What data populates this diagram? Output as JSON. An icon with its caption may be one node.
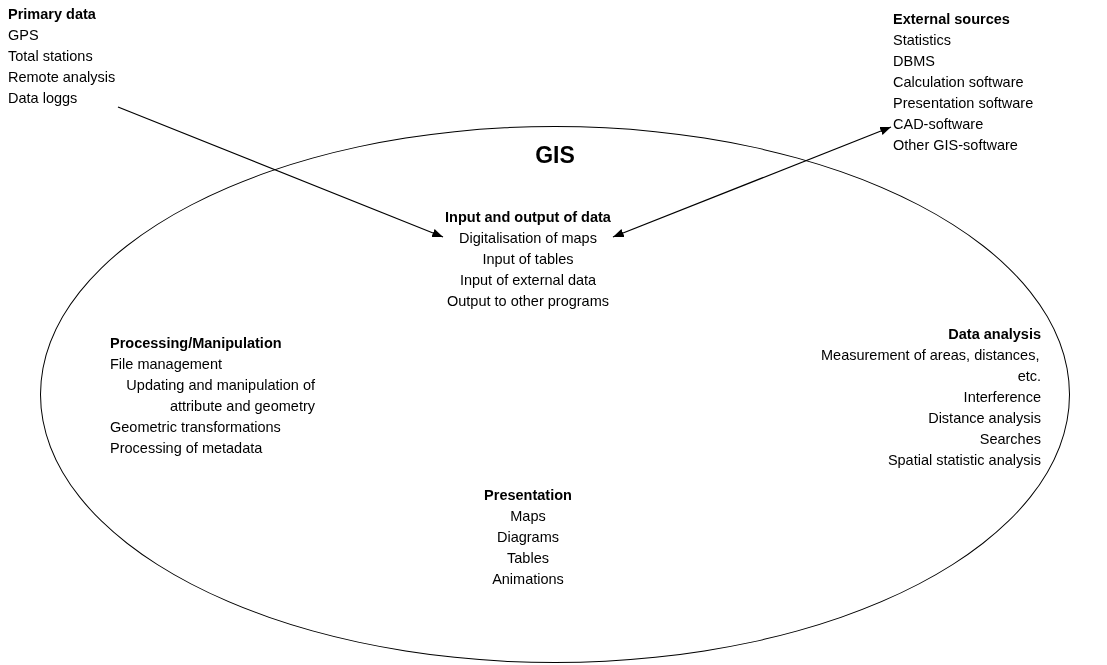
{
  "diagram": {
    "nodes": [
      {
        "text": [
          "Primary data",
          "GPS",
          "Total stations",
          "Remote analysis",
          "Data loggs"
        ]
      },
      {
        "text": [
          "External sources",
          "Statistics",
          "DBMS",
          "Calculation software",
          "Presentation software",
          "CAD-software",
          "Other GIS-software"
        ]
      },
      {
        "text": [
          "GIS"
        ]
      },
      {
        "text": [
          "Input and output of data",
          "Digitalisation of maps",
          "Input of tables",
          "Input of external data",
          "Output to other programs"
        ],
        "in": 2
      },
      {
        "text": [
          "Processing/Manipulation",
          "File management",
          "Updating and manipulation of attribute and geometry",
          "Geometric transformations",
          "Processing of metadata"
        ],
        "in": 2
      },
      {
        "text": [
          "Data analysis",
          "Measurement of areas, distances, etc.",
          "Interference",
          "Distance analysis",
          "Searches",
          "Spatial statistic analysis"
        ],
        "in": 2
      },
      {
        "text": [
          "Presentation",
          "Maps",
          "Diagrams",
          "Tables",
          "Animations"
        ],
        "in": 2
      }
    ],
    "edges": [
      {
        "from": 0,
        "to": 3,
        "arrow": "to"
      },
      {
        "from": 1,
        "to": 3,
        "arrow": "both"
      }
    ]
  }
}
